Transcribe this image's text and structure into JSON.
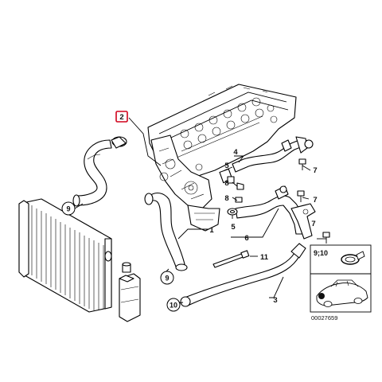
{
  "diagram": {
    "highlighted_callout": "2",
    "callouts": {
      "c1": "1",
      "c2": "2",
      "c3": "3",
      "c4": "4",
      "c5a": "5",
      "c5b": "5",
      "c6": "6",
      "c7a": "7",
      "c7b": "7",
      "c7c": "7",
      "c8a": "8",
      "c8b": "8",
      "c9a": "9",
      "c9b": "9",
      "c10": "10",
      "c11": "11"
    },
    "inset_label": "9;10",
    "document_number": "00027659",
    "highlight_color": "#d0021b"
  }
}
